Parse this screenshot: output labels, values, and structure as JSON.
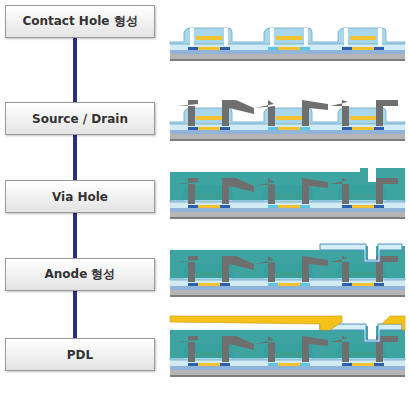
{
  "diagram": {
    "nodes": [
      {
        "text": [
          "Contact Hole 형성"
        ]
      },
      {
        "text": [
          "Source / Drain"
        ]
      },
      {
        "text": [
          "Via Hole"
        ]
      },
      {
        "text": [
          "Anode 형성"
        ]
      },
      {
        "text": [
          "PDL"
        ]
      }
    ],
    "edges": [
      {
        "from": 0,
        "to": 1,
        "arrow": "none"
      },
      {
        "from": 1,
        "to": 2,
        "arrow": "none"
      },
      {
        "from": 2,
        "to": 3,
        "arrow": "none"
      },
      {
        "from": 3,
        "to": 4,
        "arrow": "none"
      }
    ]
  }
}
